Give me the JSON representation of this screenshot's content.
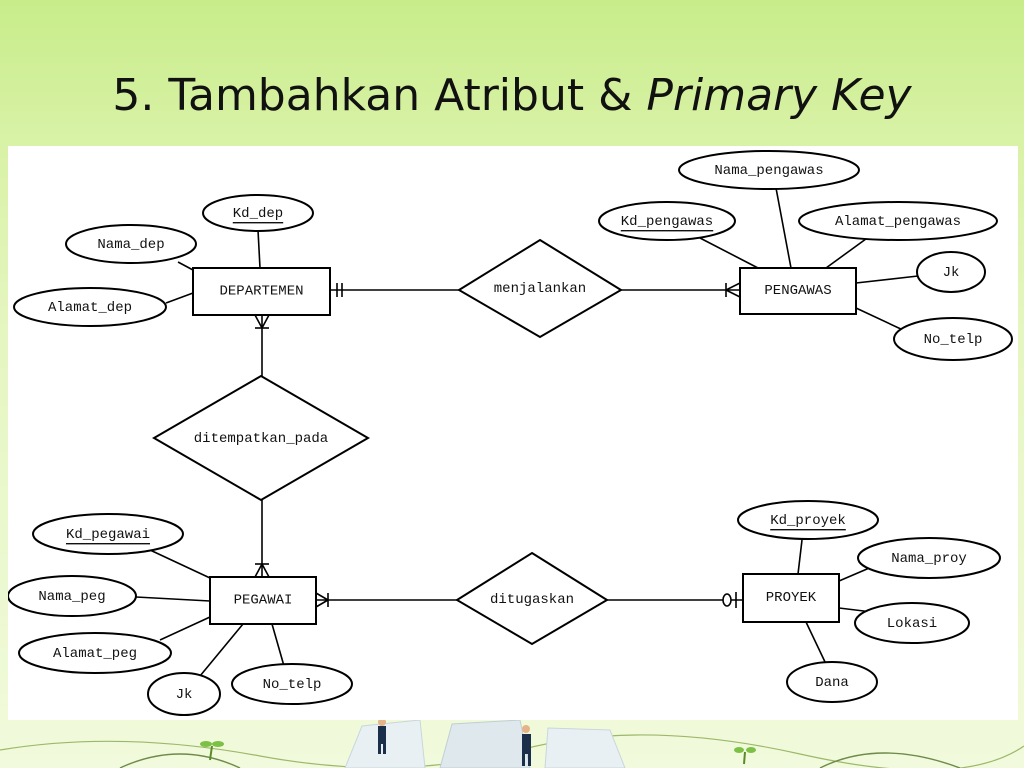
{
  "slide": {
    "title_prefix": "5. Tambahkan Atribut & ",
    "title_emphasis": "Primary Key"
  },
  "entities": [
    {
      "id": "departemen",
      "label": "DEPARTEMEN"
    },
    {
      "id": "pengawas",
      "label": "PENGAWAS"
    },
    {
      "id": "pegawai",
      "label": "PEGAWAI"
    },
    {
      "id": "proyek",
      "label": "PROYEK"
    }
  ],
  "relationships": [
    {
      "id": "menjalankan",
      "label": "menjalankan"
    },
    {
      "id": "ditempatkan",
      "label": "ditempatkan_pada"
    },
    {
      "id": "ditugaskan",
      "label": "ditugaskan"
    }
  ],
  "attributes": {
    "departemen": [
      {
        "label": "Kd_dep",
        "primary_key": true
      },
      {
        "label": "Nama_dep",
        "primary_key": false
      },
      {
        "label": "Alamat_dep",
        "primary_key": false
      }
    ],
    "pengawas": [
      {
        "label": "Nama_pengawas",
        "primary_key": false
      },
      {
        "label": "Kd_pengawas",
        "primary_key": true
      },
      {
        "label": "Alamat_pengawas",
        "primary_key": false
      },
      {
        "label": "Jk",
        "primary_key": false
      },
      {
        "label": "No_telp",
        "primary_key": false
      }
    ],
    "pegawai": [
      {
        "label": "Kd_pegawai",
        "primary_key": true
      },
      {
        "label": "Nama_peg",
        "primary_key": false
      },
      {
        "label": "Alamat_peg",
        "primary_key": false
      },
      {
        "label": "Jk",
        "primary_key": false
      },
      {
        "label": "No_telp",
        "primary_key": false
      }
    ],
    "proyek": [
      {
        "label": "Kd_proyek",
        "primary_key": true
      },
      {
        "label": "Nama_proy",
        "primary_key": false
      },
      {
        "label": "Lokasi",
        "primary_key": false
      },
      {
        "label": "Dana",
        "primary_key": false
      }
    ]
  },
  "colors": {
    "background_top": "#c8ec8a",
    "background_bottom": "#f1fadc",
    "diagram_background": "#ffffff",
    "line": "#000000"
  }
}
